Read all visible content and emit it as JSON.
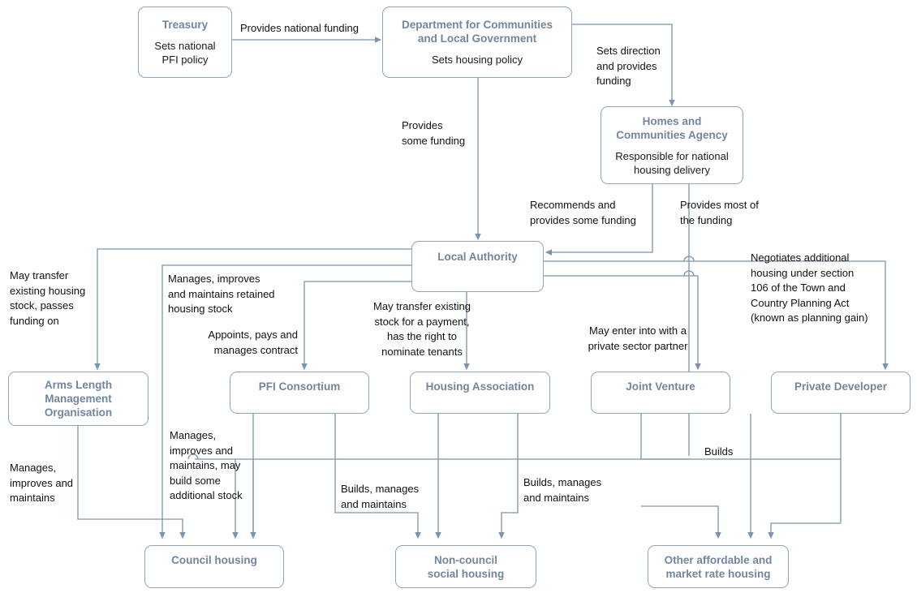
{
  "diagram": {
    "title": "Housing delivery relationships flowchart",
    "accent_node_title_color": "#72869E",
    "node_border_color": "#8FA5BC",
    "connector_color": "#7C93AB",
    "label_text_color": "#111111"
  },
  "nodes": [
    {
      "id": "treasury",
      "title": "Treasury",
      "subtitle": "Sets national\nPFI policy"
    },
    {
      "id": "dclg",
      "title": "Department for Communities\nand Local Government",
      "subtitle": "Sets housing policy"
    },
    {
      "id": "hca",
      "title": "Homes and\nCommunities Agency",
      "subtitle": "Responsible for national\nhousing delivery"
    },
    {
      "id": "la",
      "title": "Local Authority",
      "subtitle": ""
    },
    {
      "id": "almo",
      "title": "Arms Length\nManagement\nOrganisation",
      "subtitle": ""
    },
    {
      "id": "pfi",
      "title": "PFI Consortium",
      "subtitle": ""
    },
    {
      "id": "ha",
      "title": "Housing Association",
      "subtitle": ""
    },
    {
      "id": "jv",
      "title": "Joint Venture",
      "subtitle": ""
    },
    {
      "id": "dev",
      "title": "Private Developer",
      "subtitle": ""
    },
    {
      "id": "council",
      "title": "Council housing",
      "subtitle": ""
    },
    {
      "id": "noncouncil",
      "title": "Non-council\nsocial housing",
      "subtitle": ""
    },
    {
      "id": "other",
      "title": "Other affordable and\nmarket rate housing",
      "subtitle": ""
    }
  ],
  "edge_labels": [
    {
      "id": "l-provides-national-funding",
      "text": "Provides national funding"
    },
    {
      "id": "l-sets-direction",
      "text": "Sets direction\nand provides\nfunding"
    },
    {
      "id": "l-provides-some-funding",
      "text": "Provides\nsome funding"
    },
    {
      "id": "l-recommends",
      "text": "Recommends and\nprovides some funding"
    },
    {
      "id": "l-provides-most",
      "text": "Provides most of\nthe funding"
    },
    {
      "id": "l-may-transfer-almo",
      "text": "May transfer\nexisting housing\nstock, passes\nfunding on"
    },
    {
      "id": "l-manages-retained",
      "text": "Manages, improves\nand maintains retained\nhousing stock"
    },
    {
      "id": "l-appoints",
      "text": "Appoints, pays and\nmanages contract"
    },
    {
      "id": "l-may-transfer-ha",
      "text": "May transfer existing\nstock for a payment,\nhas the right to\nnominate tenants"
    },
    {
      "id": "l-may-enter-jv",
      "text": "May enter into with a\nprivate sector partner"
    },
    {
      "id": "l-negotiates",
      "text": "Negotiates additional\nhousing under section\n106 of the Town and\nCountry Planning Act\n(known as planning gain)"
    },
    {
      "id": "l-almo-manages",
      "text": "Manages,\nimproves and\nmaintains"
    },
    {
      "id": "l-la-manages-build",
      "text": "Manages,\nimproves and\nmaintains, may\nbuild some\nadditional stock"
    },
    {
      "id": "l-pfi-builds",
      "text": "Builds, manages\nand maintains"
    },
    {
      "id": "l-ha-builds",
      "text": "Builds, manages\nand maintains"
    },
    {
      "id": "l-jv-builds",
      "text": "Builds"
    }
  ]
}
